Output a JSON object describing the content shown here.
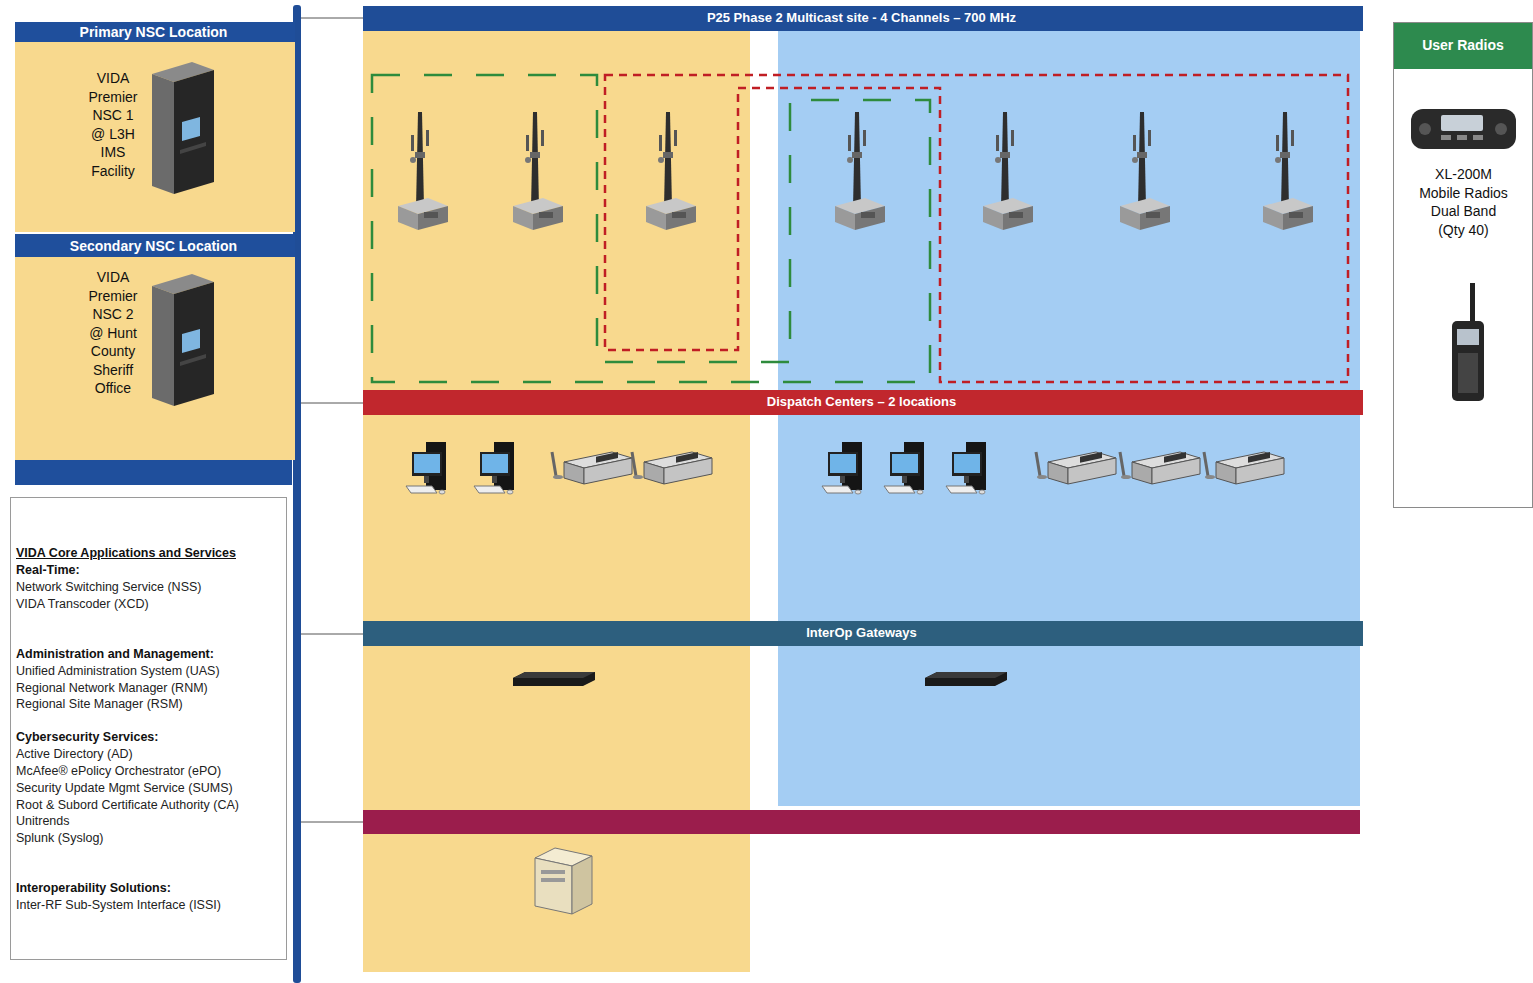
{
  "diagram": {
    "nodes": [
      {
        "text": [
          "Primary NSC Location",
          "VIDA Premier NSC 1 @ L3H IMS Facility"
        ]
      },
      {
        "text": [
          "Secondary NSC Location",
          "VIDA Premier NSC 2 @ Hunt County Sheriff Office"
        ]
      },
      {
        "text": [
          "VIDA Core Applications and Services",
          "Real-Time:",
          "Network Switching Service (NSS)",
          "VIDA Transcoder (XCD)",
          "Administration and Management:",
          "Unified Administration System (UAS)",
          "Regional Network Manager (RNM)",
          "Regional Site Manager (RSM)",
          "Cybersecurity Services:",
          "Active Directory (AD)",
          "McAfee® ePolicy Orchestrator (ePO)",
          "Security Update Mgmt Service (SUMS)",
          "Root & Subord Certificate Authority (CA)",
          "Unitrends",
          "Splunk (Syslog)",
          "Interoperability Solutions:",
          "Inter-RF Sub-System Interface (ISSI)"
        ]
      },
      {
        "text": [
          "P25 Phase 2 Multicast site - 4 Channels – 700 MHz"
        ]
      },
      {
        "text": [
          "Dispatch Centers – 2 locations"
        ]
      },
      {
        "text": [
          "InterOp Gateways"
        ]
      },
      {
        "text": [
          "User Radios",
          "XL-200M Mobile Radios Dual Band (Qty 40)"
        ]
      }
    ]
  }
}
